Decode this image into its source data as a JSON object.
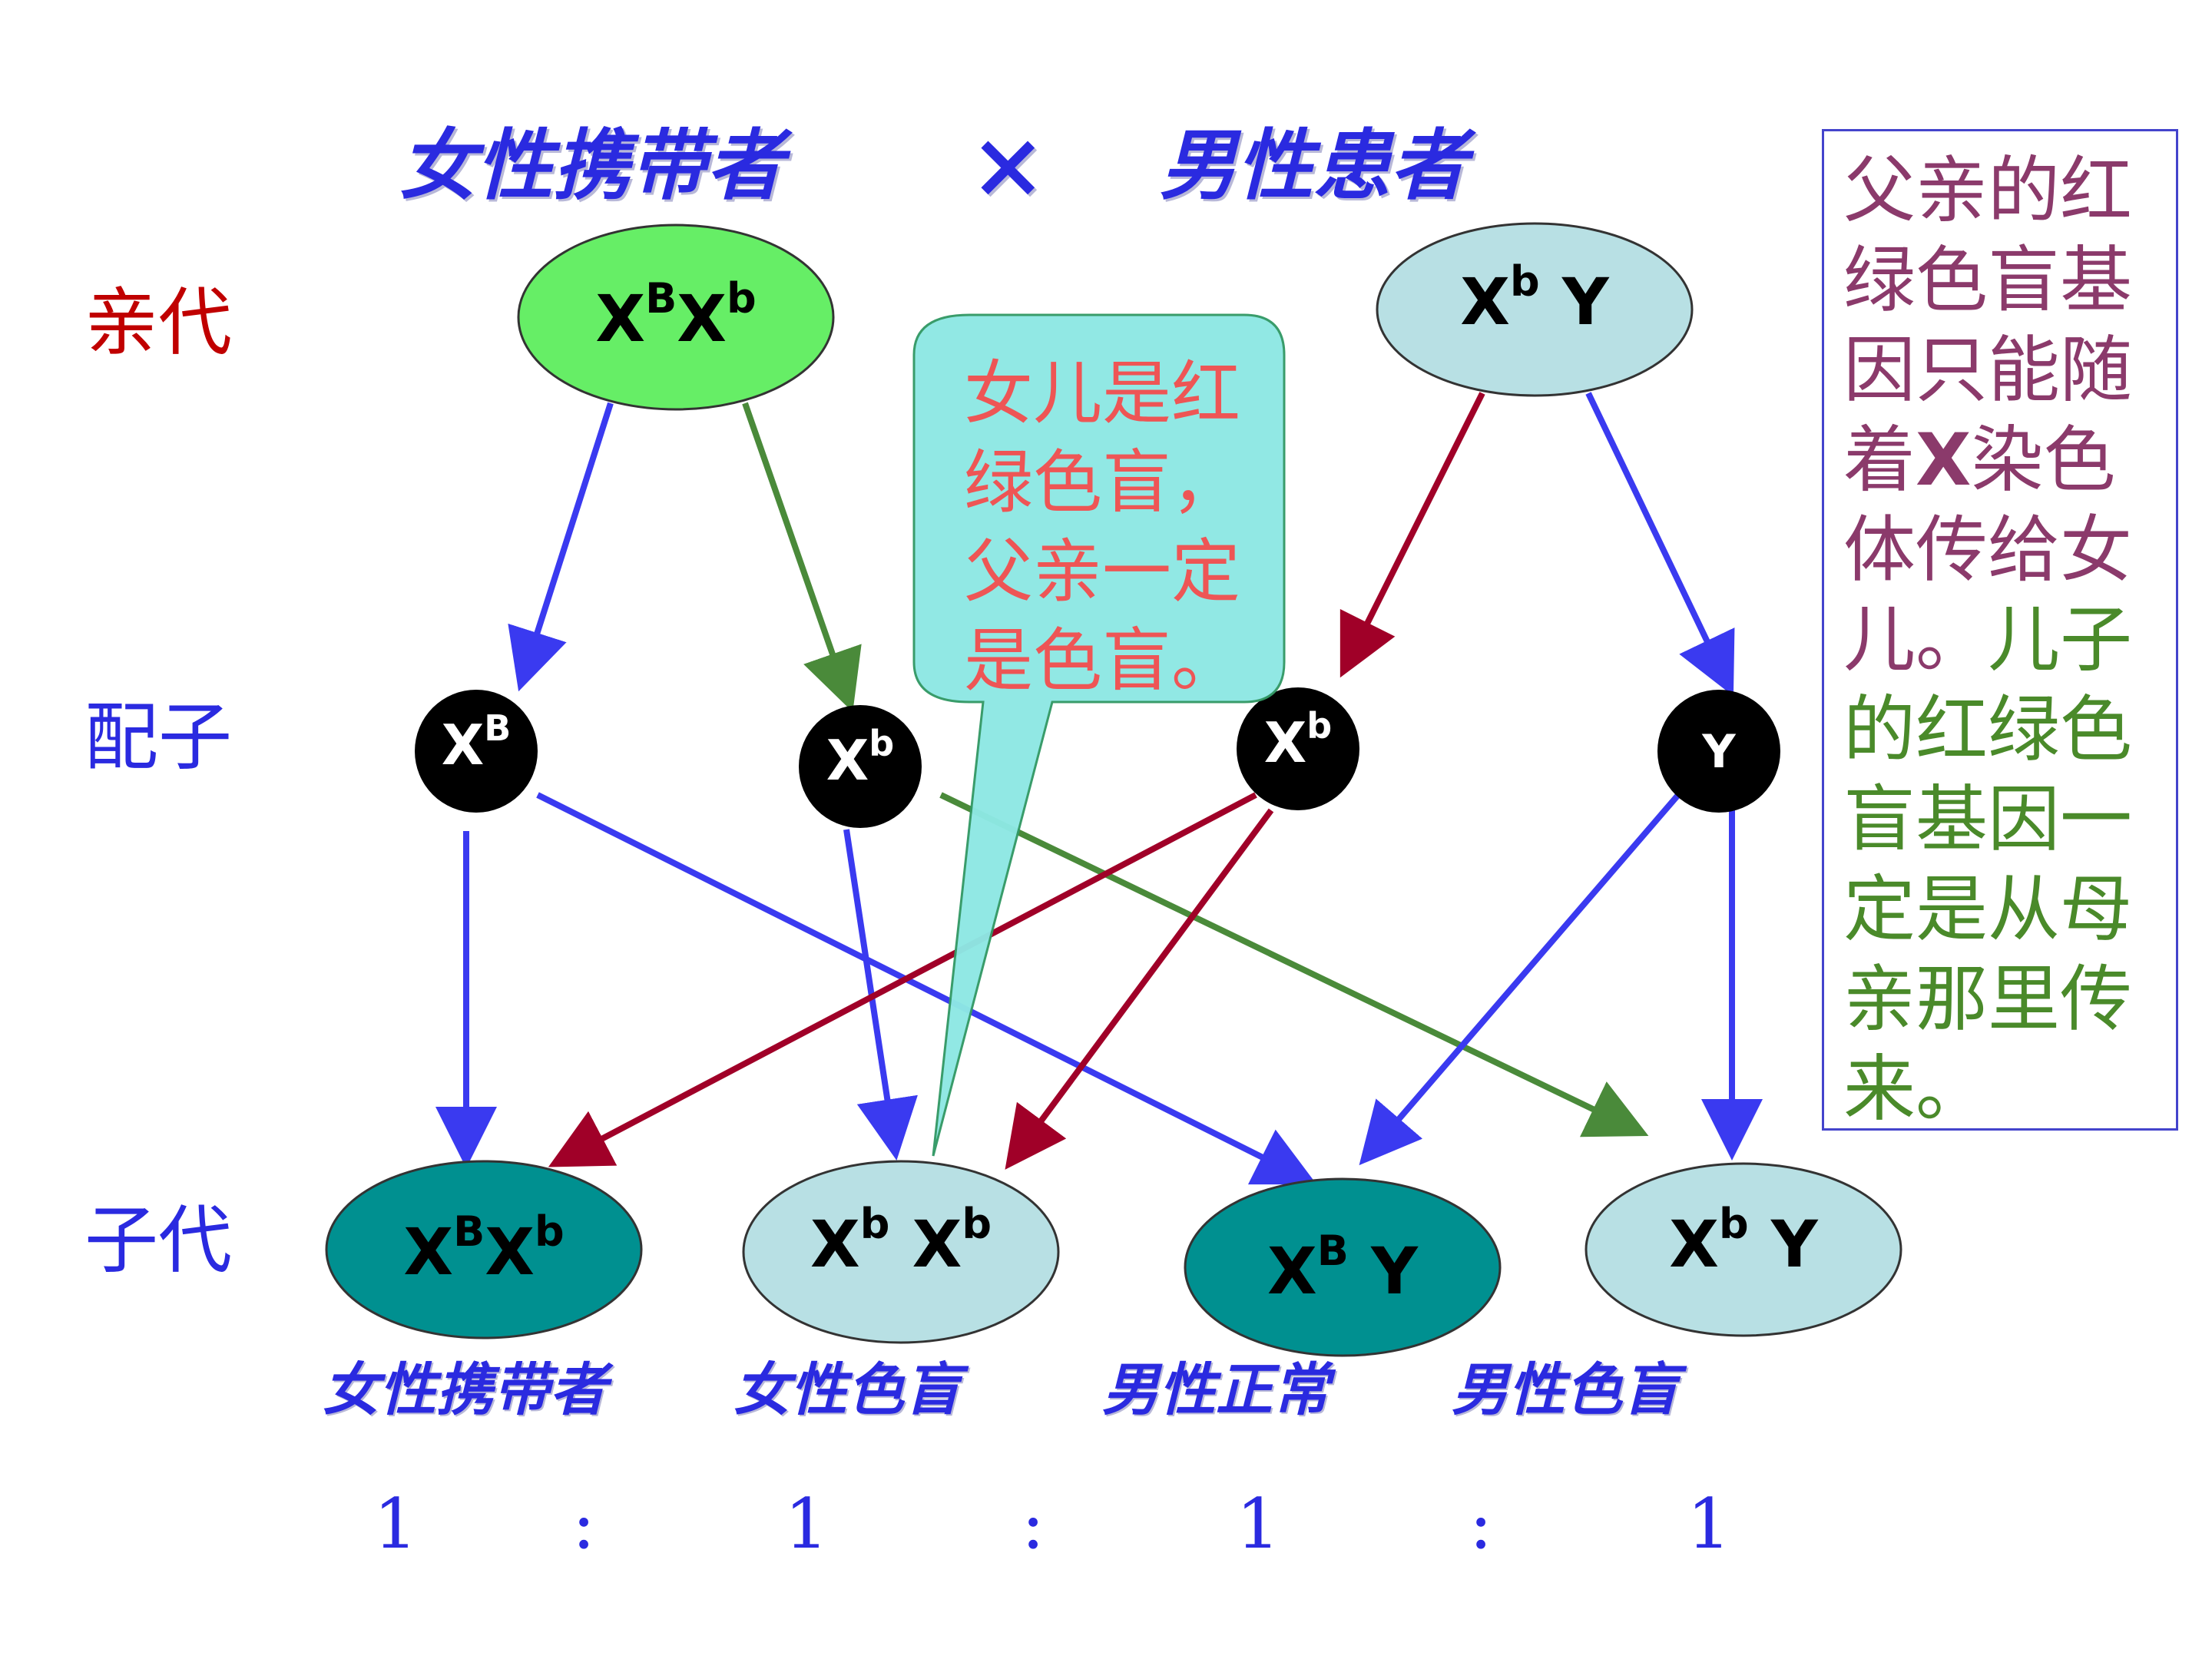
{
  "title": {
    "left": "女性携带者",
    "cross": "×",
    "right": "男性患者"
  },
  "generations": {
    "parent": "亲代",
    "gamete": "配子",
    "offspring": "子代"
  },
  "colors": {
    "parent_label": "#c00000",
    "gamete_label": "#2a2ae0",
    "offspring_label": "#2a2ae0",
    "blue": "#3a3af0",
    "green": "#4a8a3a",
    "red": "#a00028"
  },
  "parents": {
    "mother": {
      "g1": "X",
      "s1": "B",
      "g2": "X",
      "s2": "b"
    },
    "father": {
      "g1": "X",
      "s1": "b",
      "g2": "Y",
      "s2": ""
    }
  },
  "gametes": {
    "g1": {
      "base": "X",
      "sup": "B"
    },
    "g2": {
      "base": "X",
      "sup": "b"
    },
    "g3": {
      "base": "X",
      "sup": "b"
    },
    "g4": {
      "base": "Y",
      "sup": ""
    }
  },
  "offspring": {
    "o1": {
      "g1": "X",
      "s1": "B",
      "g2": "X",
      "s2": "b",
      "phenotype": "女性携带者",
      "ratio": "1"
    },
    "o2": {
      "g1": "X",
      "s1": "b",
      "g2": "X",
      "s2": "b",
      "phenotype": "女性色盲",
      "ratio": "1"
    },
    "o3": {
      "g1": "X",
      "s1": "B",
      "g2": "Y",
      "s2": "",
      "phenotype": "男性正常",
      "ratio": "1"
    },
    "o4": {
      "g1": "X",
      "s1": "b",
      "g2": "Y",
      "s2": "",
      "phenotype": "男性色盲",
      "ratio": "1"
    }
  },
  "ratio_sep": ":",
  "callout": {
    "text": "女儿是红绿色盲，父亲一定是色盲。"
  },
  "side_note": {
    "part1a": "父亲的红绿色盲基因只能随着",
    "part1x": "X",
    "part1b": "染色体传给女儿。",
    "part2": "儿子的红绿色盲基因一定是从母亲那里传来。"
  }
}
